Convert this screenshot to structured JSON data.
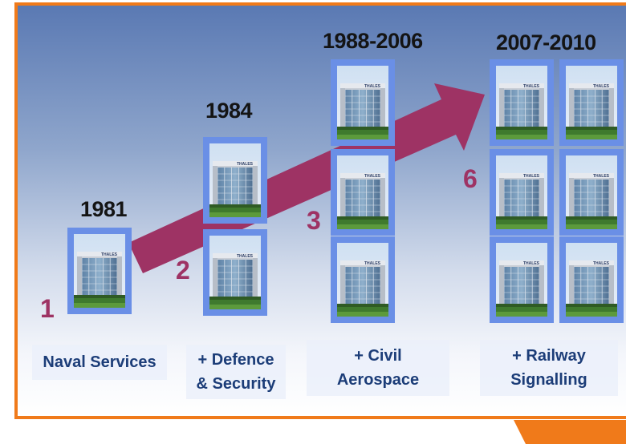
{
  "colors": {
    "frame_border": "#f07a1a",
    "arrow": "#9e3364",
    "step_number": "#9e3364",
    "tile_border": "#6a8fe6",
    "label_text": "#1c3d78",
    "year_text": "#141414"
  },
  "building_sign": "THALES",
  "stages": [
    {
      "year": "1981",
      "step": "1",
      "label": "Naval Services",
      "building_count": 1
    },
    {
      "year": "1984",
      "step": "2",
      "label": "+ Defence\n& Security",
      "building_count": 2
    },
    {
      "year": "1988-2006",
      "step": "3",
      "label": "+ Civil\nAerospace",
      "building_count": 3
    },
    {
      "year": "2007-2010",
      "step": "6",
      "label": "+ Railway\nSignalling",
      "building_count": 6
    }
  ]
}
